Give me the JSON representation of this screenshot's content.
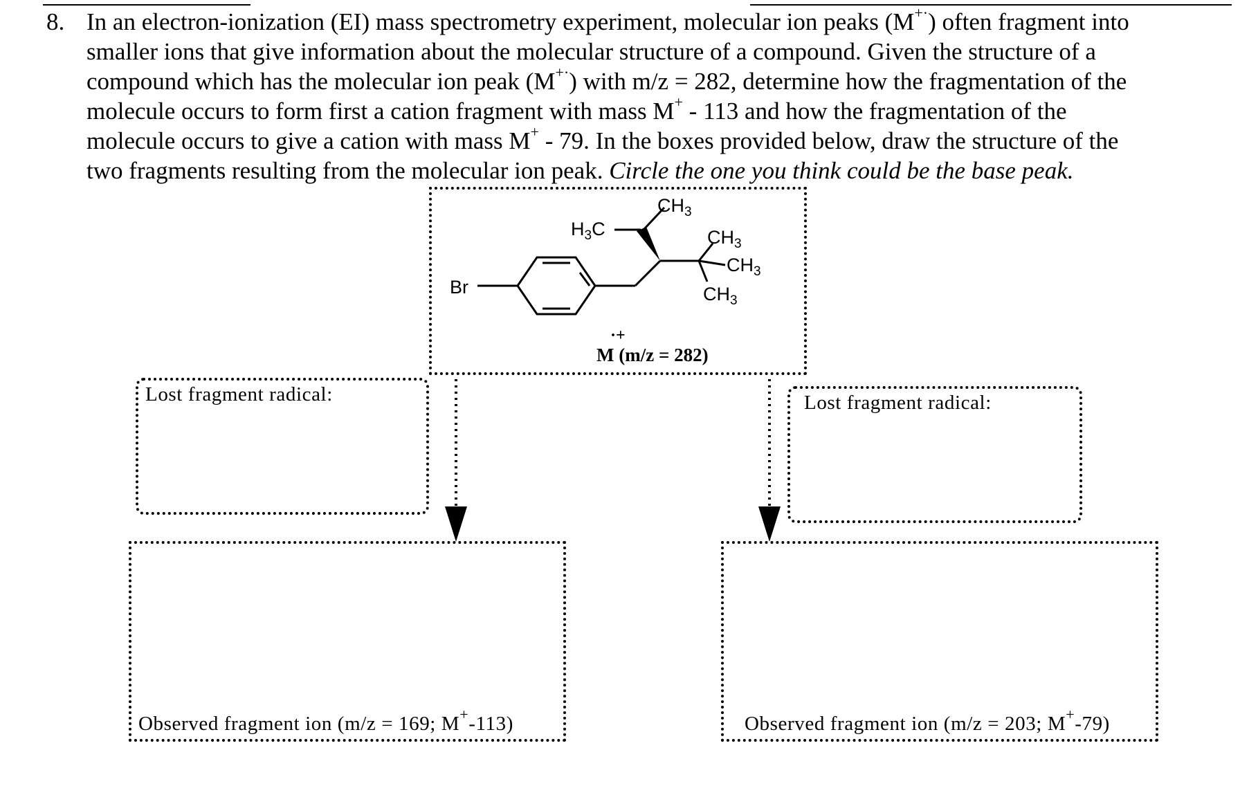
{
  "question": {
    "number": "8.",
    "lines": [
      [
        "In an electron-ionization (EI) mass spectrometry experiment, molecular ion peaks (M",
        "+·",
        ") often fragment into"
      ],
      [
        "smaller ions that give information about the molecular structure of a compound. Given the structure of a"
      ],
      [
        "compound which has the molecular ion peak (M",
        "+·",
        ") with m/z = 282, determine how the fragmentation of the"
      ],
      [
        "molecule occurs to form first a cation fragment with mass M",
        "+",
        " - 113 and how the fragmentation of the"
      ],
      [
        "molecule occurs to give a cation with mass M",
        "+",
        " - 79. In the boxes provided below, draw the structure of the"
      ]
    ],
    "line6_normal": "two fragments resulting from the molecular ion peak. ",
    "line6_italic": "Circle the one you think could be the base peak."
  },
  "structure": {
    "labels": {
      "br": "Br",
      "h3c": "H3C",
      "ch3_top": "CH3",
      "ch3_a": "CH3",
      "ch3_b": "CH3",
      "ch3_c": "CH3"
    },
    "molecular_ion": {
      "symbol": "M",
      "charge": "·+",
      "value": "(m/z = 282)"
    }
  },
  "left_path": {
    "lost_label": "Lost fragment radical:",
    "observed_prefix": "Observed fragment ion (m/z = 169; M",
    "observed_sup": "+",
    "observed_suffix": "-113)"
  },
  "right_path": {
    "lost_label": "Lost fragment radical:",
    "observed_prefix": "Observed fragment ion (m/z = 203; M",
    "observed_sup": "+",
    "observed_suffix": "-79)"
  }
}
